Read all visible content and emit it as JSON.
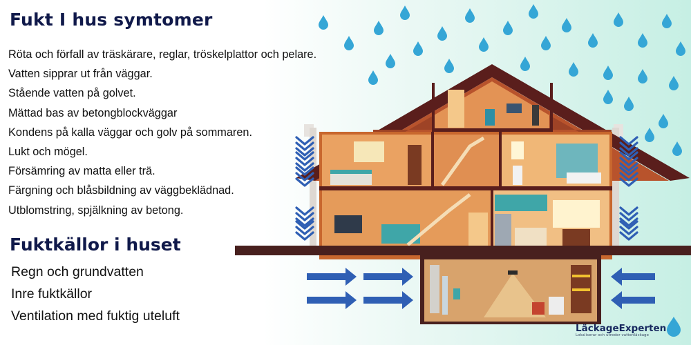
{
  "heading_symptoms": "Fukt I hus symtomer",
  "symptoms": [
    "Röta och förfall av träskärare, reglar, tröskelplattor och pelare.",
    "Vatten sipprar ut från väggar.",
    "Stående vatten på golvet.",
    "Mättad bas av betongblockväggar",
    "Kondens på kalla väggar och golv på sommaren.",
    "Lukt och mögel.",
    "Försämring av matta eller trä.",
    "Färgning och blåsbildning av väggbeklädnad.",
    "Utblomstring, spjälkning av betong."
  ],
  "heading_sources": "Fuktkällor i huset",
  "sources": [
    "Regn och grundvatten",
    "Inre fuktkällor",
    "Ventilation med fuktig uteluft"
  ],
  "logo": {
    "name": "LäckageExperten",
    "tagline": "Lokaliserar och utreder vattenläckage"
  },
  "colors": {
    "heading": "#10194a",
    "rain": "#35a6d6",
    "arrow": "#2f5fb4",
    "roof": "#5a1e1c",
    "wall": "#c8672e",
    "ground": "#48201e"
  }
}
